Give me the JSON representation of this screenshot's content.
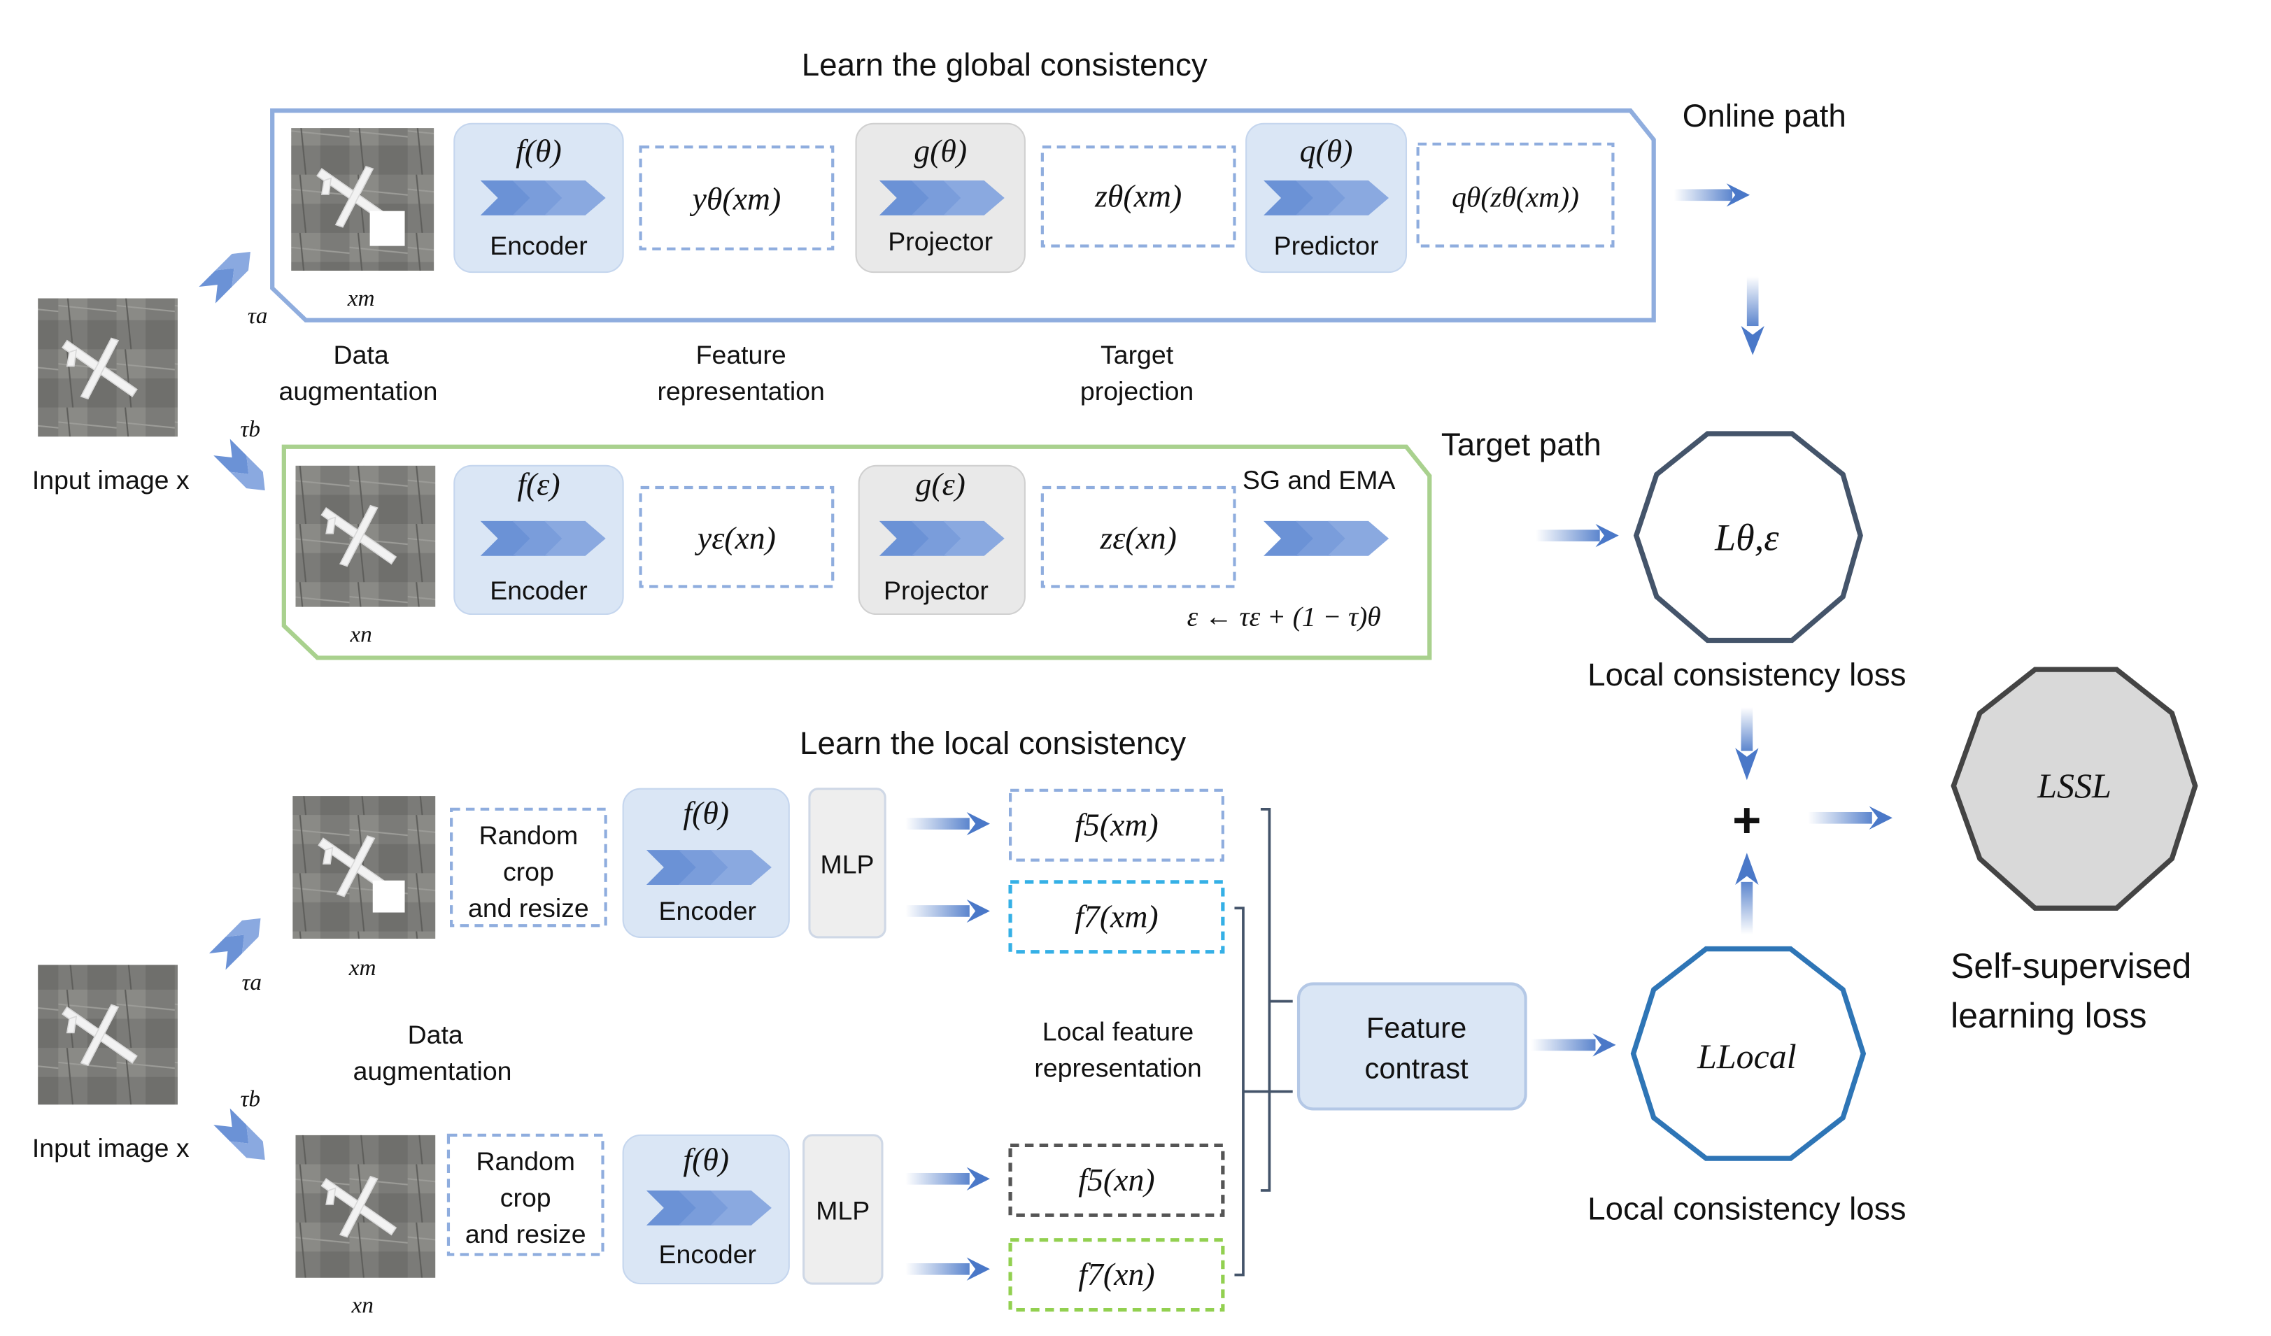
{
  "global": {
    "title": "Learn the global consistency",
    "online_path": "Online path",
    "target_path": "Target path",
    "top_labels": {
      "data_aug": [
        "Data",
        "augmentation"
      ],
      "feature_rep": [
        "Feature",
        "representation"
      ],
      "target_proj": [
        "Target",
        "projection"
      ]
    },
    "online": {
      "enc_fn": "f(θ)",
      "enc_label": "Encoder",
      "y": "yθ(xm)",
      "proj_fn": "g(θ)",
      "proj_label": "Projector",
      "z": "zθ(xm)",
      "pred_fn": "q(θ)",
      "pred_label": "Predictor",
      "q": "qθ(zθ(xm))",
      "image_label": "xm"
    },
    "target": {
      "enc_fn": "f(ε)",
      "enc_label": "Encoder",
      "y": "yε(xn)",
      "proj_fn": "g(ε)",
      "proj_label": "Projector",
      "z": "zε(xn)",
      "sg_ema": "SG and EMA",
      "ema_formula": "ε ← τε + (1 − τ)θ",
      "image_label": "xn"
    },
    "input_label": "Input image x",
    "tau_a": "τa",
    "tau_b": "τb"
  },
  "local": {
    "title": "Learn the local consistency",
    "input_label": "Input image x",
    "tau_a": "τa",
    "tau_b": "τb",
    "data_aug": [
      "Data",
      "augmentation"
    ],
    "local_feat": [
      "Local feature",
      "representation"
    ],
    "branch_m": {
      "image_label": "xm",
      "crop": [
        "Random",
        "crop",
        "and resize"
      ],
      "enc_fn": "f(θ)",
      "enc_label": "Encoder",
      "mlp": "MLP",
      "f5": "f5(xm)",
      "f7": "f7(xm)"
    },
    "branch_n": {
      "image_label": "xn",
      "crop": [
        "Random",
        "crop",
        "and resize"
      ],
      "enc_fn": "f(θ)",
      "enc_label": "Encoder",
      "mlp": "MLP",
      "f5": "f5(xn)",
      "f7": "f7(xn)"
    },
    "feature_contrast": [
      "Feature",
      "contrast"
    ]
  },
  "losses": {
    "global_loss": "Lθ,ε",
    "global_caption": "Local consistency loss",
    "local_loss": "LLocal",
    "local_caption": "Local consistency loss",
    "plus": "+",
    "ssl_loss": "LSSL",
    "ssl_caption": [
      "Self-supervised",
      "learning loss"
    ]
  },
  "colors": {
    "online_border": "#8fadde",
    "target_border": "#a9d18e",
    "module_fill": "#dae6f5",
    "arrow_blue": "#4a78c8",
    "loss_border_dark": "#44546a",
    "loss_border_blue": "#2e75b6",
    "ssl_fill": "#d9d9d9",
    "f7m_border": "#35b0e6",
    "f5n_border": "#555555",
    "f7n_border": "#92d050"
  }
}
